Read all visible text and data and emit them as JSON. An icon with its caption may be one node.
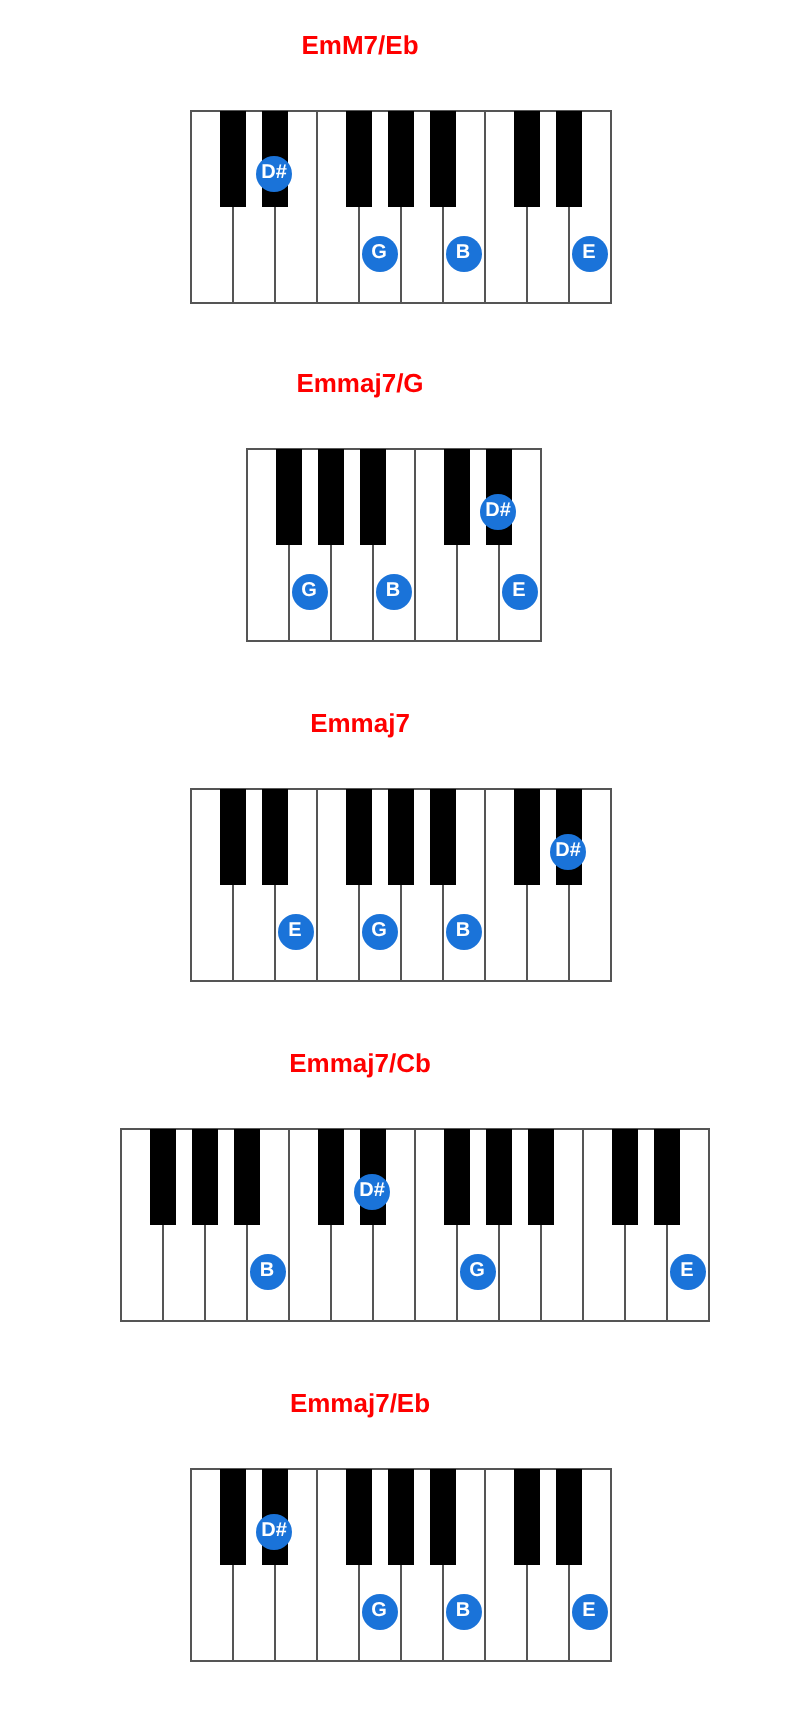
{
  "diagram": {
    "nodes": [
      {
        "text": [
          "EmM7/Eb"
        ]
      },
      {
        "text": [
          "D#"
        ],
        "in": 0
      },
      {
        "text": [
          "G"
        ],
        "in": 0
      },
      {
        "text": [
          "B"
        ],
        "in": 0
      },
      {
        "text": [
          "E"
        ],
        "in": 0
      },
      {
        "text": [
          "Emmaj7/G"
        ]
      },
      {
        "text": [
          "D#"
        ],
        "in": 5
      },
      {
        "text": [
          "G"
        ],
        "in": 5
      },
      {
        "text": [
          "B"
        ],
        "in": 5
      },
      {
        "text": [
          "E"
        ],
        "in": 5
      },
      {
        "text": [
          "Emmaj7"
        ]
      },
      {
        "text": [
          "D#"
        ],
        "in": 10
      },
      {
        "text": [
          "E"
        ],
        "in": 10
      },
      {
        "text": [
          "G"
        ],
        "in": 10
      },
      {
        "text": [
          "B"
        ],
        "in": 10
      },
      {
        "text": [
          "Emmaj7/Cb"
        ]
      },
      {
        "text": [
          "D#"
        ],
        "in": 15
      },
      {
        "text": [
          "B"
        ],
        "in": 15
      },
      {
        "text": [
          "G"
        ],
        "in": 15
      },
      {
        "text": [
          "E"
        ],
        "in": 15
      },
      {
        "text": [
          "Emmaj7/Eb"
        ]
      },
      {
        "text": [
          "D#"
        ],
        "in": 20
      },
      {
        "text": [
          "G"
        ],
        "in": 20
      },
      {
        "text": [
          "B"
        ],
        "in": 20
      },
      {
        "text": [
          "E"
        ],
        "in": 20
      }
    ]
  }
}
